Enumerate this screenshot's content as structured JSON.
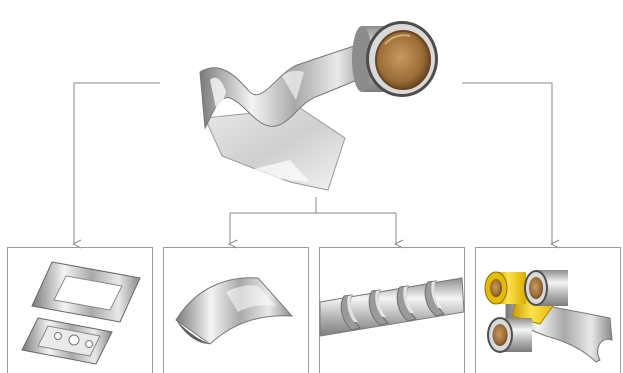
{
  "diagram": {
    "source": "aluminum-foil-roll",
    "branches": [
      {
        "target": "die-cut-gaskets"
      },
      {
        "target": "curved-foil-sheet"
      },
      {
        "target": "spiral-wound-tube"
      },
      {
        "target": "laminated-tape-rolls"
      }
    ]
  },
  "colors": {
    "line": "#8a8a8a",
    "box_border": "#9a9a9a",
    "foil_light": "#f2f2f2",
    "foil_mid": "#bcbcbc",
    "foil_dark": "#6f6f6f",
    "core": "#a57a45",
    "core_dark": "#5c3c1c",
    "yellow": "#f0c400"
  }
}
